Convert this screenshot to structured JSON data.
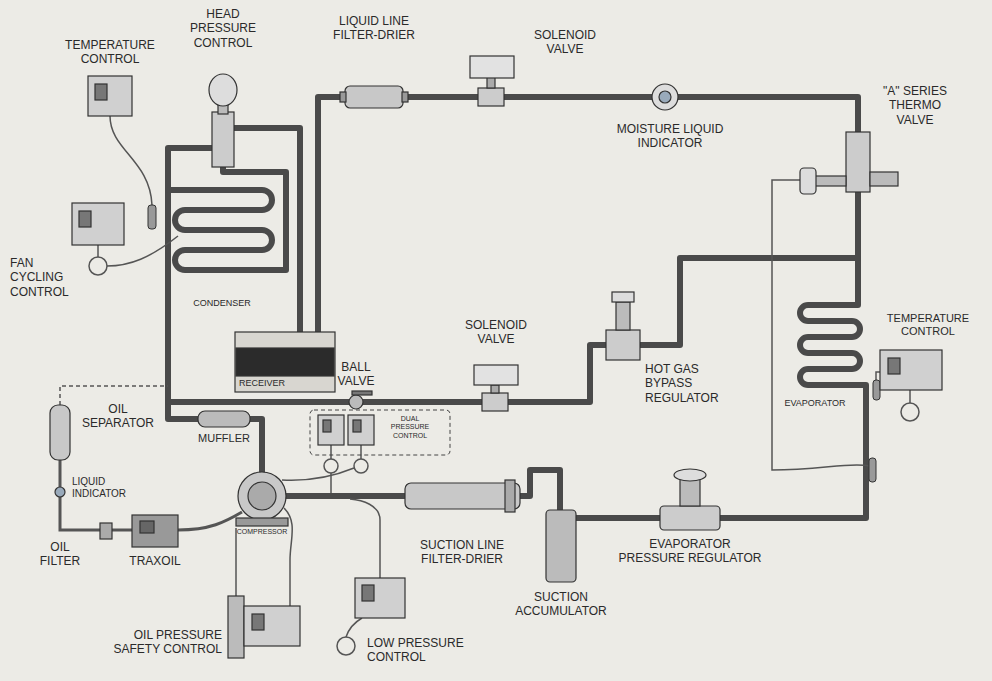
{
  "diagram": {
    "labels": [
      "TEMPERATURE CONTROL",
      "HEAD PRESSURE CONTROL",
      "LIQUID LINE FILTER-DRIER",
      "SOLENOID VALVE",
      "MOISTURE LIQUID INDICATOR",
      "\"A\" SERIES THERMO VALVE",
      "FAN CYCLING CONTROL",
      "CONDENSER",
      "RECEIVER",
      "BALL VALVE",
      "SOLENOID VALVE",
      "HOT GAS BYPASS REGULATOR",
      "TEMPERATURE CONTROL",
      "EVAPORATOR",
      "OIL SEPARATOR",
      "MUFFLER",
      "DUAL PRESSURE CONTROL",
      "LIQUID INDICATOR",
      "OIL FILTER",
      "TRAXOIL",
      "COMPRESSOR",
      "SUCTION LINE FILTER-DRIER",
      "EVAPORATOR PRESSURE REGULATOR",
      "SUCTION ACCUMULATOR",
      "OIL PRESSURE SAFETY CONTROL",
      "LOW PRESSURE CONTROL"
    ]
  }
}
